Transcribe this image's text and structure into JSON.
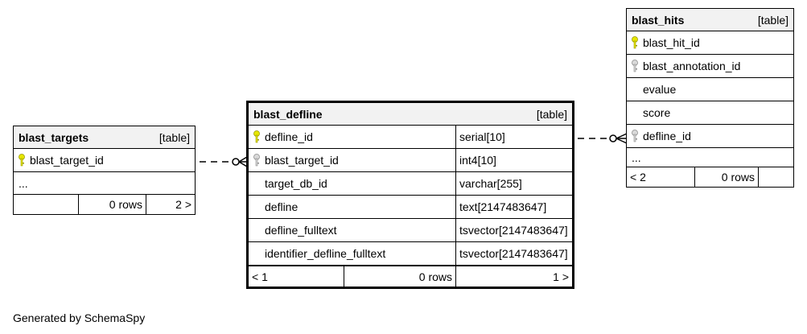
{
  "tables": {
    "blast_targets": {
      "name": "blast_targets",
      "kind": "[table]",
      "columns": [
        {
          "name": "blast_target_id",
          "icon": "primary-key-icon"
        }
      ],
      "ellipsis": "...",
      "footer": {
        "left": "",
        "rows": "0 rows",
        "right": "2 >"
      }
    },
    "blast_defline": {
      "name": "blast_defline",
      "kind": "[table]",
      "columns": [
        {
          "name": "defline_id",
          "type": "serial[10]",
          "icon": "primary-key-icon"
        },
        {
          "name": "blast_target_id",
          "type": "int4[10]",
          "icon": "foreign-key-icon"
        },
        {
          "name": "target_db_id",
          "type": "varchar[255]",
          "icon": ""
        },
        {
          "name": "defline",
          "type": "text[2147483647]",
          "icon": ""
        },
        {
          "name": "defline_fulltext",
          "type": "tsvector[2147483647]",
          "icon": ""
        },
        {
          "name": "identifier_defline_fulltext",
          "type": "tsvector[2147483647]",
          "icon": ""
        }
      ],
      "footer": {
        "left": "< 1",
        "rows": "0 rows",
        "right": "1 >"
      }
    },
    "blast_hits": {
      "name": "blast_hits",
      "kind": "[table]",
      "columns": [
        {
          "name": "blast_hit_id",
          "icon": "primary-key-icon"
        },
        {
          "name": "blast_annotation_id",
          "icon": "foreign-key-icon"
        },
        {
          "name": "evalue",
          "icon": ""
        },
        {
          "name": "score",
          "icon": ""
        },
        {
          "name": "defline_id",
          "icon": "foreign-key-icon"
        }
      ],
      "ellipsis": "...",
      "footer": {
        "left": "< 2",
        "rows": "0 rows",
        "right": ""
      }
    }
  },
  "colors": {
    "primary_key": "#e6e600",
    "foreign_key": "#b3b3b3",
    "header_bg": "#f2f2f2"
  },
  "footer_text": "Generated by SchemaSpy"
}
